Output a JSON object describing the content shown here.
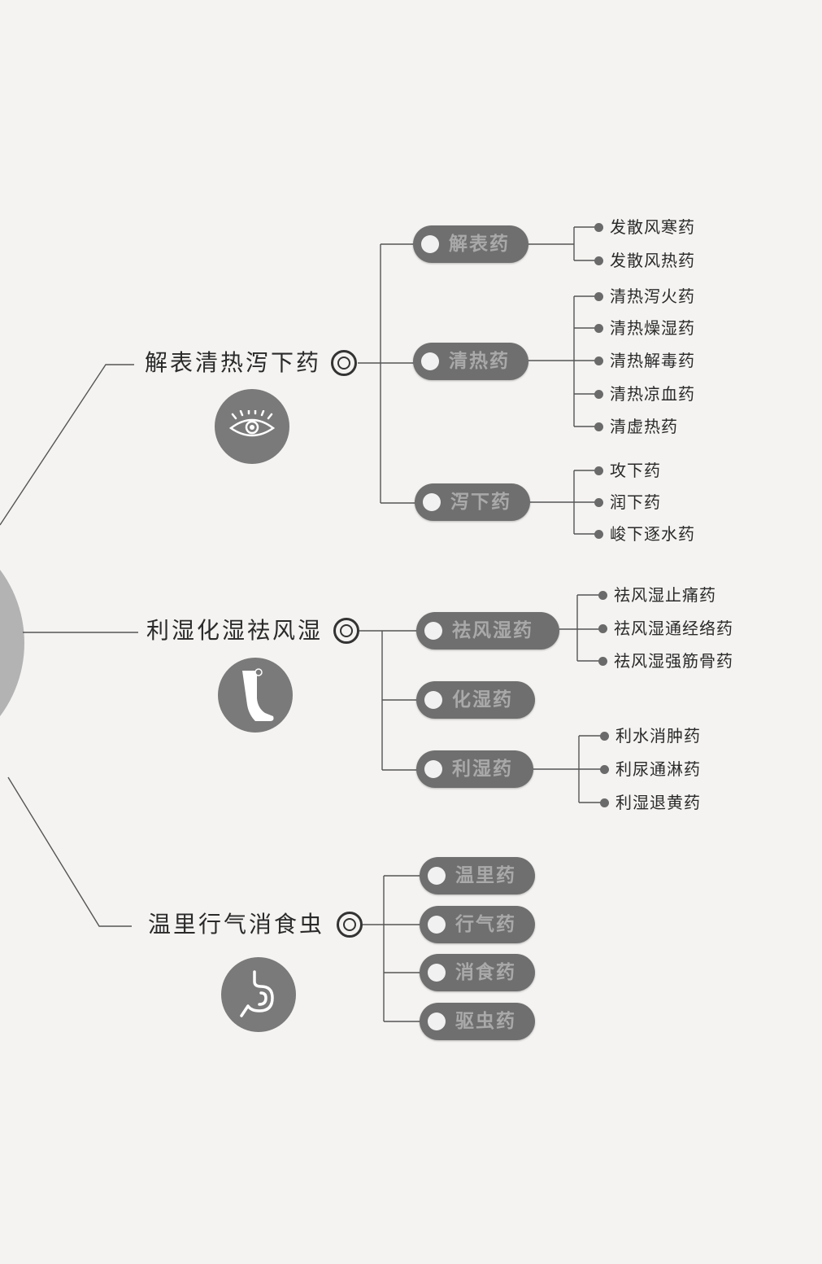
{
  "groups": [
    {
      "title": "解表清热泻下药",
      "icon": "eye-icon",
      "categories": [
        {
          "label": "解表药",
          "items": [
            "发散风寒药",
            "发散风热药"
          ]
        },
        {
          "label": "清热药",
          "items": [
            "清热泻火药",
            "清热燥湿药",
            "清热解毒药",
            "清热凉血药",
            "清虚热药"
          ]
        },
        {
          "label": "泻下药",
          "items": [
            "攻下药",
            "润下药",
            "峻下逐水药"
          ]
        }
      ]
    },
    {
      "title": "利湿化湿祛风湿",
      "icon": "leg-icon",
      "categories": [
        {
          "label": "祛风湿药",
          "items": [
            "祛风湿止痛药",
            "祛风湿通经络药",
            "祛风湿强筋骨药"
          ]
        },
        {
          "label": "化湿药",
          "items": []
        },
        {
          "label": "利湿药",
          "items": [
            "利水消肿药",
            "利尿通淋药",
            "利湿退黄药"
          ]
        }
      ]
    },
    {
      "title": "温里行气消食虫",
      "icon": "stomach-icon",
      "categories": [
        {
          "label": "温里药",
          "items": []
        },
        {
          "label": "行气药",
          "items": []
        },
        {
          "label": "消食药",
          "items": []
        },
        {
          "label": "驱虫药",
          "items": []
        }
      ]
    }
  ],
  "colors": {
    "background": "#f4f3f1",
    "line": "#555555",
    "pill": "#6f6f6f",
    "pill_text": "#a9a9a9",
    "icon_bg": "#7a7a7a",
    "hub": "#b3b3b3"
  }
}
